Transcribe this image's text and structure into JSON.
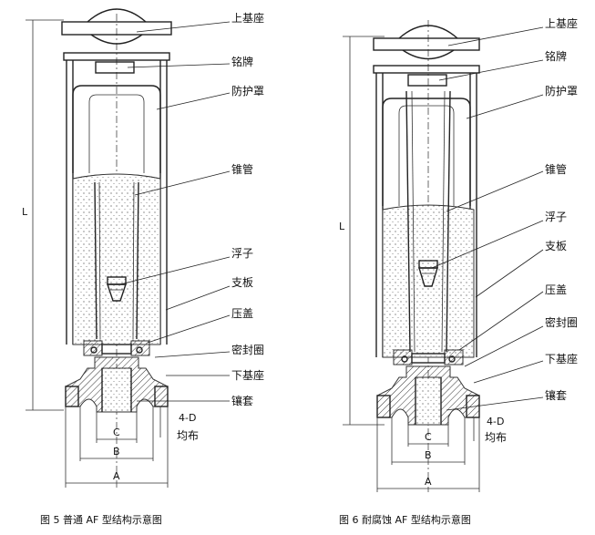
{
  "figures": [
    {
      "caption": "图 5   普通 AF 型结构示意图",
      "labels": {
        "upper_base": "上基座",
        "nameplate": "铭牌",
        "shield": "防护罩",
        "cone_tube": "锥管",
        "float": "浮子",
        "support_plate": "支板",
        "gland": "压盖",
        "seal_ring": "密封圈",
        "lower_base": "下基座",
        "sleeve": "镶套",
        "holes": "4-D",
        "evenly": "均布"
      },
      "dims": {
        "length": "L",
        "c": "C",
        "b": "B",
        "a": "A"
      }
    },
    {
      "caption": "图 6   耐腐蚀 AF 型结构示意图",
      "labels": {
        "upper_base": "上基座",
        "nameplate": "铭牌",
        "shield": "防护罩",
        "cone_tube": "锥管",
        "float": "浮子",
        "support_plate": "支板",
        "gland": "压盖",
        "seal_ring": "密封圈",
        "lower_base": "下基座",
        "sleeve": "镶套",
        "holes": "4-D",
        "evenly": "均布"
      },
      "dims": {
        "length": "L",
        "c": "C",
        "b": "B",
        "a": "A"
      }
    }
  ]
}
